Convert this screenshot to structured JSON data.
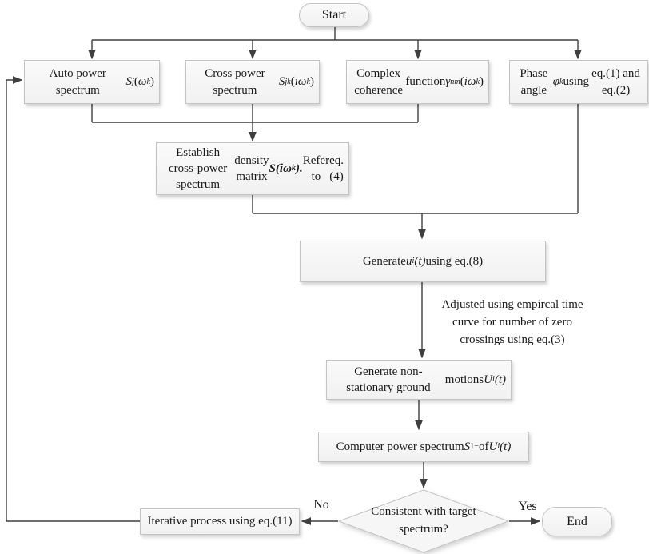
{
  "colors": {
    "line-color": "#3f3f3f",
    "node-fill": "#f6f6f6",
    "node-border": "#c4c4c4",
    "text-color": "#1a1a1a"
  },
  "flowchart": {
    "start": {
      "label": "Start"
    },
    "end": {
      "label": "End"
    },
    "boxes": {
      "auto": {
        "segments": [
          {
            "t": "Auto power spectrum"
          },
          {
            "br": true
          },
          {
            "t": "S",
            "s": "i"
          },
          {
            "t": "j",
            "s": "sub"
          },
          {
            "t": "("
          },
          {
            "t": "ω",
            "s": "i"
          },
          {
            "t": "k",
            "s": "sub"
          },
          {
            "t": ")"
          }
        ]
      },
      "cross": {
        "segments": [
          {
            "t": "Cross power spectrum"
          },
          {
            "br": true
          },
          {
            "t": "S",
            "s": "i"
          },
          {
            "t": "jk",
            "s": "sub"
          },
          {
            "t": "("
          },
          {
            "t": "iω",
            "s": "i"
          },
          {
            "t": "k",
            "s": "sub"
          },
          {
            "t": ")"
          }
        ]
      },
      "coherence": {
        "segments": [
          {
            "t": "Complex coherence"
          },
          {
            "br": true
          },
          {
            "t": "function "
          },
          {
            "t": "γ",
            "s": "i"
          },
          {
            "t": "nm",
            "s": "sub"
          },
          {
            "t": "("
          },
          {
            "t": "iω",
            "s": "i"
          },
          {
            "t": "k",
            "s": "sub"
          },
          {
            "t": ")"
          }
        ]
      },
      "phase": {
        "segments": [
          {
            "t": "Phase angle "
          },
          {
            "t": "φ",
            "s": "i"
          },
          {
            "t": "k",
            "s": "sub"
          },
          {
            "t": " using"
          },
          {
            "br": true
          },
          {
            "t": "eq.(1) and eq.(2)"
          }
        ]
      },
      "establish": {
        "segments": [
          {
            "t": "Establish cross-power spectrum"
          },
          {
            "br": true
          },
          {
            "t": "density matrix "
          },
          {
            "t": "S(iω",
            "s": "bi"
          },
          {
            "t": "k",
            "s": "bisub"
          },
          {
            "t": ").",
            "s": "bi"
          },
          {
            "t": " Refer to"
          },
          {
            "br": true
          },
          {
            "t": "eq.(4)"
          }
        ]
      },
      "generate_u": {
        "segments": [
          {
            "t": "Generate "
          },
          {
            "t": "u",
            "s": "i"
          },
          {
            "t": "i",
            "s": "sub"
          },
          {
            "t": "(t)",
            "s": "i"
          },
          {
            "t": " using eq.(8)"
          }
        ]
      },
      "nonstationary": {
        "segments": [
          {
            "t": "Generate non-stationary ground"
          },
          {
            "br": true
          },
          {
            "t": "motions "
          },
          {
            "t": "U",
            "s": "i"
          },
          {
            "t": "i",
            "s": "sub"
          },
          {
            "t": "(t)",
            "s": "i"
          }
        ]
      },
      "power": {
        "segments": [
          {
            "t": "Computer power spectrum "
          },
          {
            "t": "S",
            "s": "i"
          },
          {
            "t": "1",
            "s": "subn"
          },
          {
            "t": "−",
            "s": "sup"
          },
          {
            "t": " of "
          },
          {
            "t": "U",
            "s": "i"
          },
          {
            "t": "i",
            "s": "sub"
          },
          {
            "t": "(t)",
            "s": "i"
          }
        ]
      }
    },
    "annotation": {
      "label": "Adjusted using empircal time\ncurve for number of zero\ncrossings using eq.(3)"
    },
    "decision": {
      "label": "Consistent with target\nspectrum?"
    },
    "iterative": {
      "label": "Iterative process using eq.(11)"
    },
    "edge_labels": {
      "no": "No",
      "yes": "Yes"
    }
  }
}
